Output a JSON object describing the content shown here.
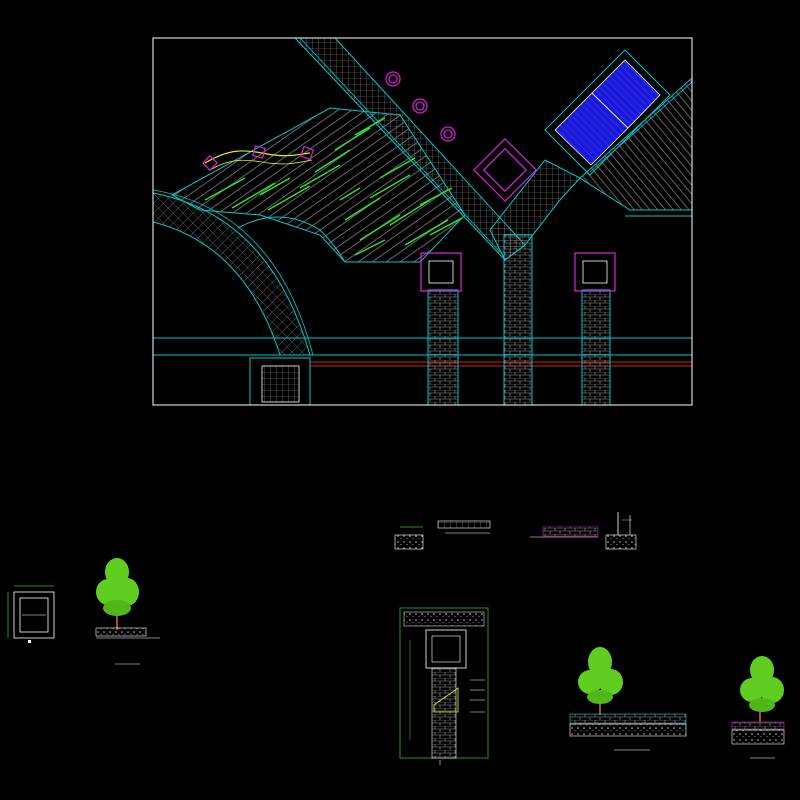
{
  "colors": {
    "background": "#000000",
    "frame": "#ffffff",
    "paving_outline": "#00c8c8",
    "paving_grid": "#8a8a8a",
    "planting_marks": "#2ee62e",
    "planter_outline": "#d020d0",
    "water_fill": "#1818d8",
    "path_curve": "#e8e820",
    "red_line": "#d02020",
    "tree_foliage": "#5fce20",
    "detail_green": "#20c020"
  },
  "drawing": {
    "main_plan": {
      "label": "paving-layout-plan"
    },
    "details": [
      {
        "id": "planter-plan-detail",
        "icon": "planter-plan-icon"
      },
      {
        "id": "tree-section-left",
        "icon": "tree-icon"
      },
      {
        "id": "small-section-a",
        "icon": "section-icon"
      },
      {
        "id": "small-section-b",
        "icon": "section-icon"
      },
      {
        "id": "elevation-strip",
        "icon": "elevation-icon"
      },
      {
        "id": "wall-section",
        "icon": "section-icon"
      },
      {
        "id": "column-section-detail",
        "icon": "section-icon"
      },
      {
        "id": "tree-section-mid",
        "icon": "tree-icon"
      },
      {
        "id": "tree-section-right",
        "icon": "tree-icon"
      }
    ]
  }
}
